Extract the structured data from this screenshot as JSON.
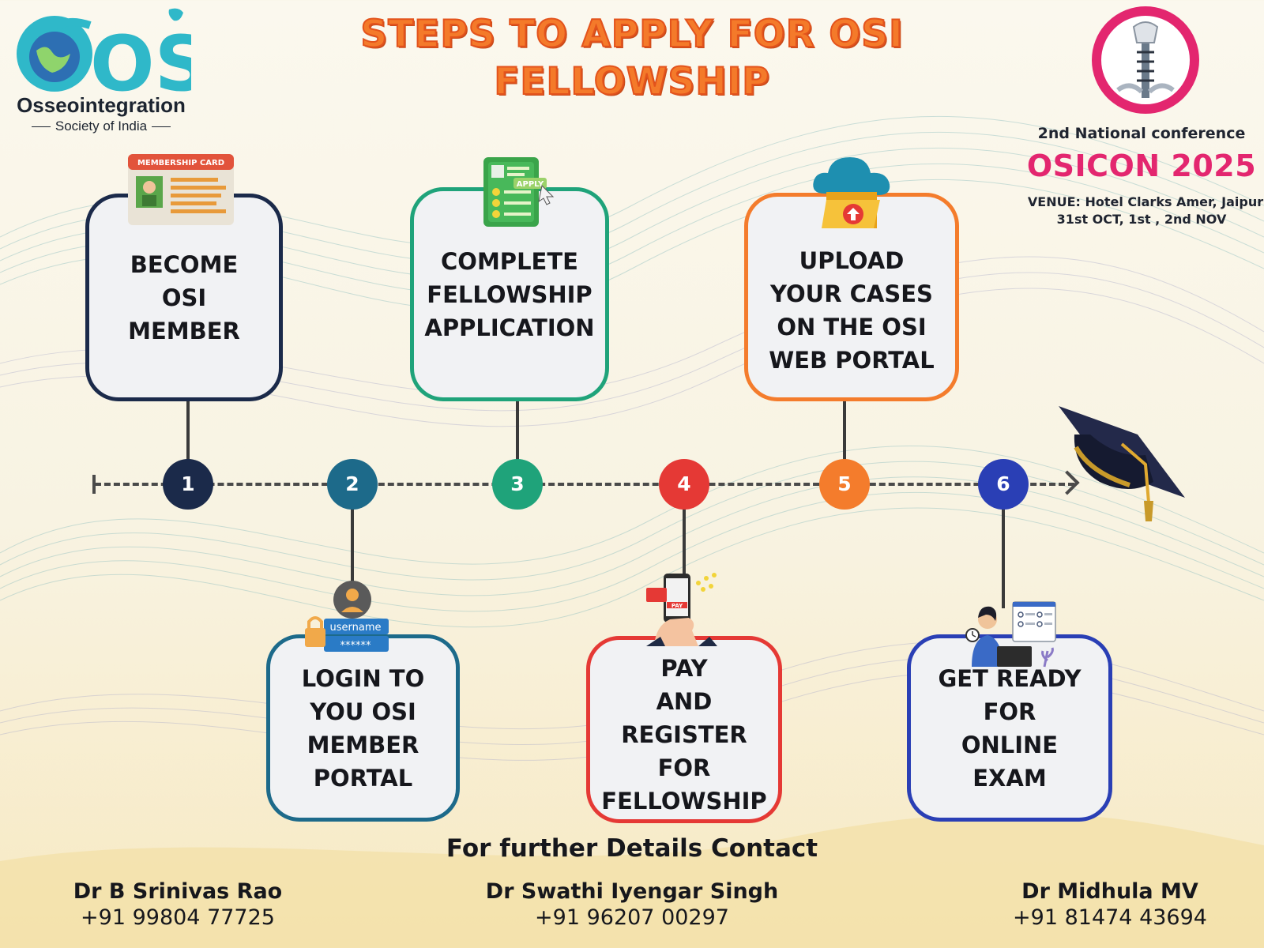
{
  "header": {
    "title_line1": "STEPS TO APPLY FOR OSI",
    "title_line2": "FELLOWSHIP"
  },
  "logo": {
    "mark": "OSI",
    "name": "Osseointegration",
    "subtitle": "Society of India"
  },
  "conference": {
    "subtitle": "2nd National conference",
    "name": "OSICON 2025",
    "venue": "VENUE: Hotel Clarks Amer,  Jaipur",
    "dates": "31st  OCT, 1st , 2nd NOV"
  },
  "steps": [
    {
      "number": "1",
      "label": "BECOME\nOSI\nMEMBER",
      "color": "#1b2a4a",
      "icon": "membership-card-icon",
      "icon_label": "MEMBERSHIP CARD"
    },
    {
      "number": "2",
      "label": "LOGIN TO\nYOU OSI\nMEMBER\nPORTAL",
      "color": "#1d6a8a",
      "icon": "login-icon",
      "icon_label": "username",
      "icon_password": "******"
    },
    {
      "number": "3",
      "label": "COMPLETE\nFELLOWSHIP\nAPPLICATION",
      "color": "#1fa37a",
      "icon": "apply-form-icon",
      "icon_label": "APPLY"
    },
    {
      "number": "4",
      "label": "PAY\nAND\nREGISTER\nFOR\nFELLOWSHIP",
      "color": "#e53935",
      "icon": "mobile-payment-icon",
      "icon_label": "PAY"
    },
    {
      "number": "5",
      "label": "UPLOAD\nYOUR CASES\nON THE OSI\nWEB PORTAL",
      "color": "#f47c2c",
      "icon": "cloud-upload-icon"
    },
    {
      "number": "6",
      "label": "GET READY\nFOR\nONLINE\nEXAM",
      "color": "#2a3fb5",
      "icon": "online-exam-icon"
    }
  ],
  "contact": {
    "heading": "For further Details Contact",
    "people": [
      {
        "name": "Dr B Srinivas Rao",
        "phone": "+91 99804 77725"
      },
      {
        "name": "Dr Swathi Iyengar Singh",
        "phone": "+91 96207 00297"
      },
      {
        "name": "Dr Midhula MV",
        "phone": "+91 81474 43694"
      }
    ]
  },
  "colors": {
    "title_orange": "#f47a2a",
    "conference_pink": "#e3266f",
    "logo_teal": "#2fb8c9",
    "dark_text": "#16171c"
  }
}
